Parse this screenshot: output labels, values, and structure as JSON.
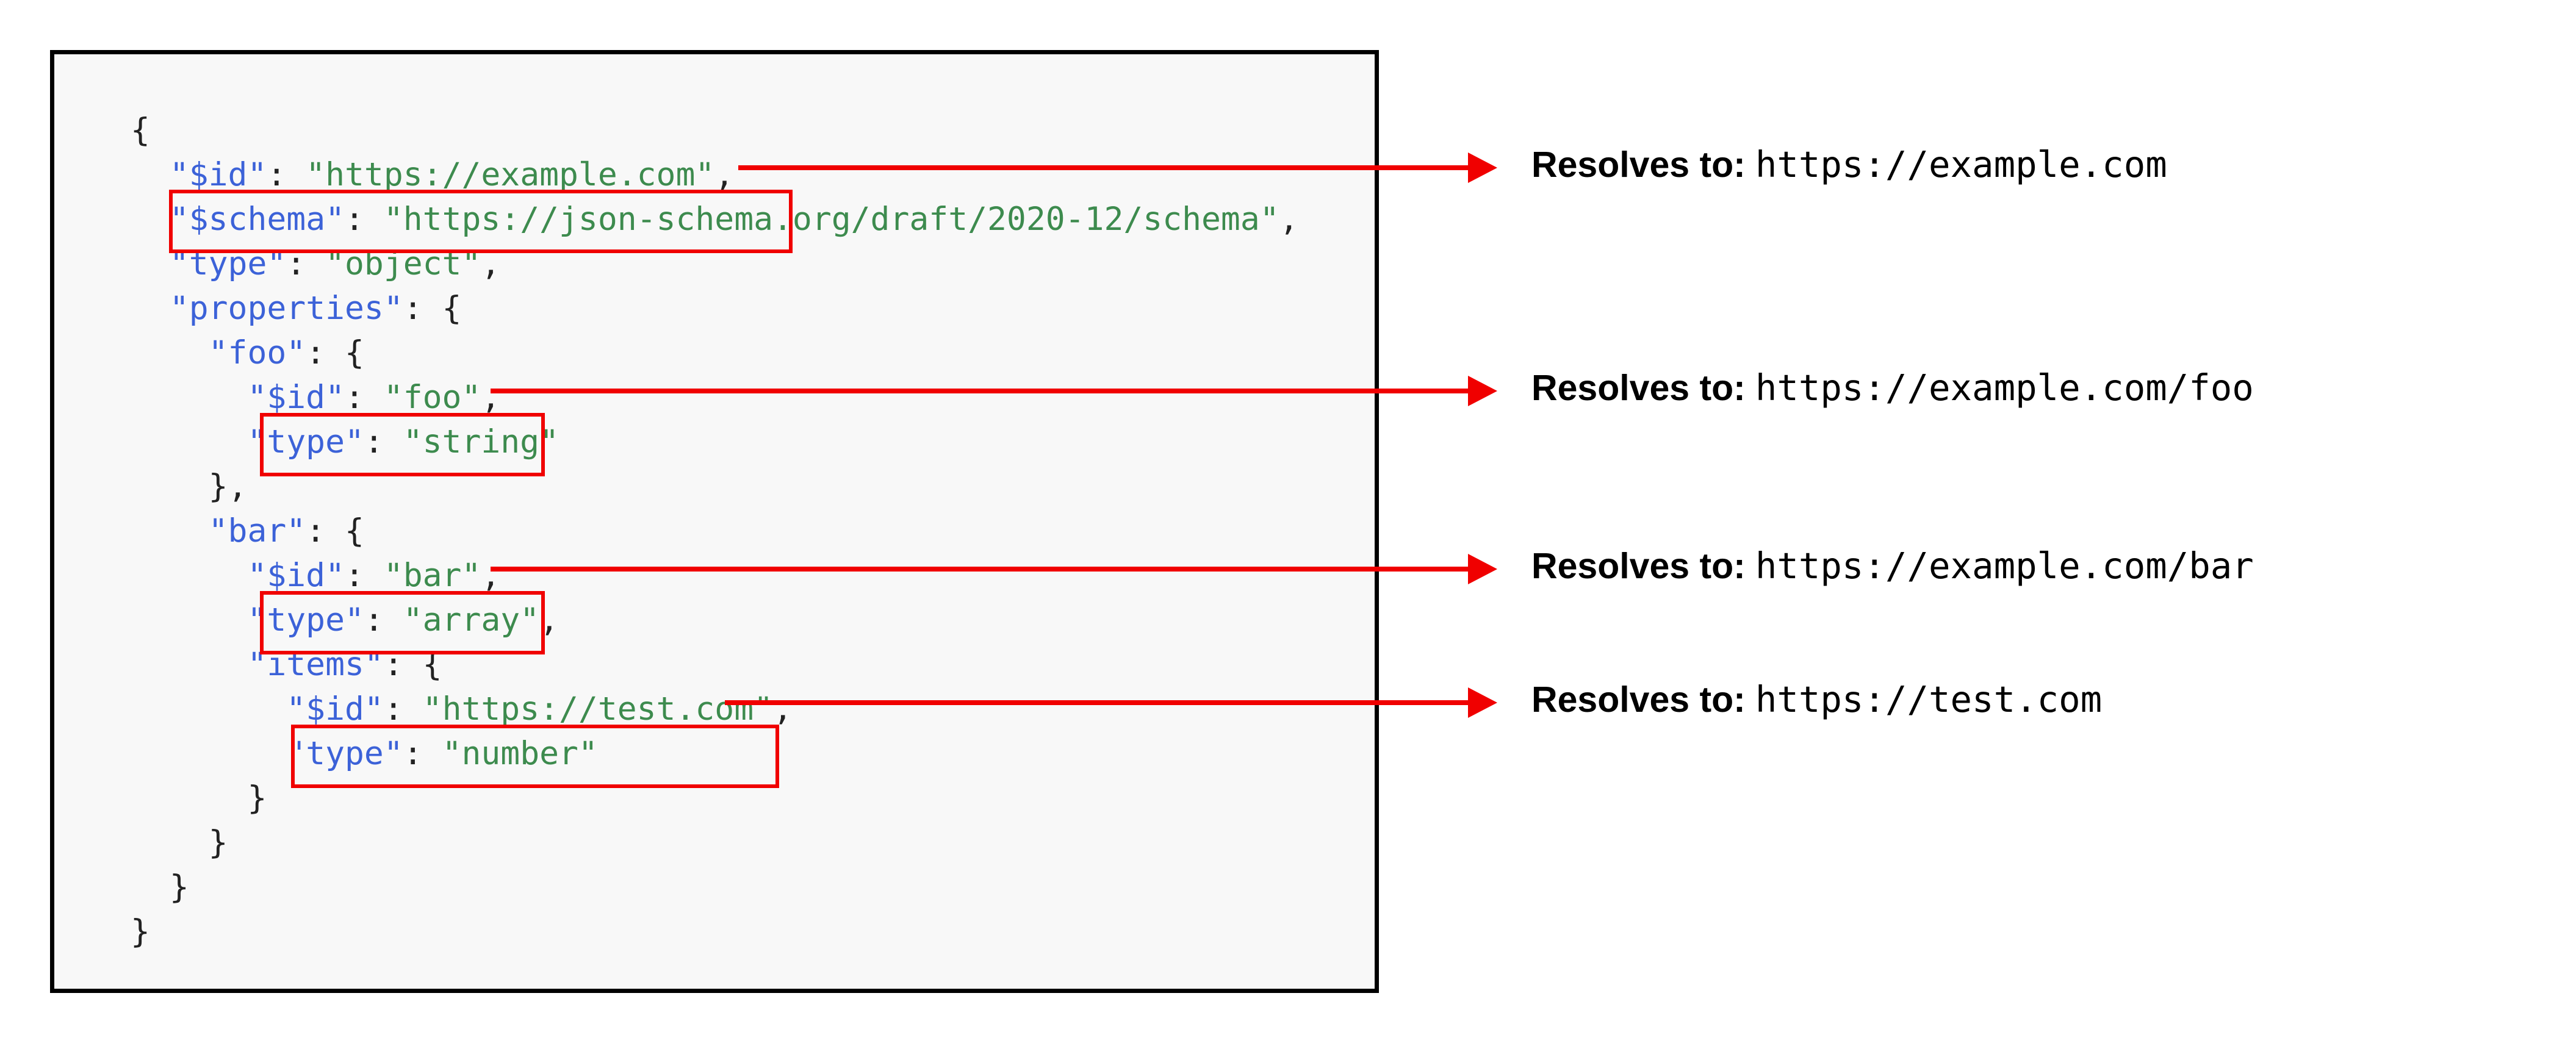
{
  "code_panel": {
    "language": "json",
    "lines": [
      [
        {
          "t": "punct",
          "v": "{"
        }
      ],
      [
        {
          "t": "punct",
          "v": "  "
        },
        {
          "t": "key",
          "v": "\"$id\""
        },
        {
          "t": "punct",
          "v": ": "
        },
        {
          "t": "str",
          "v": "\"https://example.com\""
        },
        {
          "t": "punct",
          "v": ","
        }
      ],
      [
        {
          "t": "punct",
          "v": "  "
        },
        {
          "t": "key",
          "v": "\"$schema\""
        },
        {
          "t": "punct",
          "v": ": "
        },
        {
          "t": "str",
          "v": "\"https://json-schema.org/draft/2020-12/schema\""
        },
        {
          "t": "punct",
          "v": ","
        }
      ],
      [
        {
          "t": "punct",
          "v": "  "
        },
        {
          "t": "key",
          "v": "\"type\""
        },
        {
          "t": "punct",
          "v": ": "
        },
        {
          "t": "str",
          "v": "\"object\""
        },
        {
          "t": "punct",
          "v": ","
        }
      ],
      [
        {
          "t": "punct",
          "v": "  "
        },
        {
          "t": "key",
          "v": "\"properties\""
        },
        {
          "t": "punct",
          "v": ": {"
        }
      ],
      [
        {
          "t": "punct",
          "v": "    "
        },
        {
          "t": "key",
          "v": "\"foo\""
        },
        {
          "t": "punct",
          "v": ": {"
        }
      ],
      [
        {
          "t": "punct",
          "v": "      "
        },
        {
          "t": "key",
          "v": "\"$id\""
        },
        {
          "t": "punct",
          "v": ": "
        },
        {
          "t": "str",
          "v": "\"foo\""
        },
        {
          "t": "punct",
          "v": ","
        }
      ],
      [
        {
          "t": "punct",
          "v": "      "
        },
        {
          "t": "key",
          "v": "\"type\""
        },
        {
          "t": "punct",
          "v": ": "
        },
        {
          "t": "str",
          "v": "\"string\""
        }
      ],
      [
        {
          "t": "punct",
          "v": "    },"
        }
      ],
      [
        {
          "t": "punct",
          "v": "    "
        },
        {
          "t": "key",
          "v": "\"bar\""
        },
        {
          "t": "punct",
          "v": ": {"
        }
      ],
      [
        {
          "t": "punct",
          "v": "      "
        },
        {
          "t": "key",
          "v": "\"$id\""
        },
        {
          "t": "punct",
          "v": ": "
        },
        {
          "t": "str",
          "v": "\"bar\""
        },
        {
          "t": "punct",
          "v": ","
        }
      ],
      [
        {
          "t": "punct",
          "v": "      "
        },
        {
          "t": "key",
          "v": "\"type\""
        },
        {
          "t": "punct",
          "v": ": "
        },
        {
          "t": "str",
          "v": "\"array\""
        },
        {
          "t": "punct",
          "v": ","
        }
      ],
      [
        {
          "t": "punct",
          "v": "      "
        },
        {
          "t": "key",
          "v": "\"items\""
        },
        {
          "t": "punct",
          "v": ": {"
        }
      ],
      [
        {
          "t": "punct",
          "v": "        "
        },
        {
          "t": "key",
          "v": "\"$id\""
        },
        {
          "t": "punct",
          "v": ": "
        },
        {
          "t": "str",
          "v": "\"https://test.com\""
        },
        {
          "t": "punct",
          "v": ","
        }
      ],
      [
        {
          "t": "punct",
          "v": "        "
        },
        {
          "t": "key",
          "v": "\"type\""
        },
        {
          "t": "punct",
          "v": ": "
        },
        {
          "t": "str",
          "v": "\"number\""
        }
      ],
      [
        {
          "t": "punct",
          "v": "      }"
        }
      ],
      [
        {
          "t": "punct",
          "v": "    }"
        }
      ],
      [
        {
          "t": "punct",
          "v": "  }"
        }
      ],
      [
        {
          "t": "punct",
          "v": "}"
        }
      ]
    ]
  },
  "highlights": [
    {
      "id": "hl-box-1",
      "target_line": 1,
      "text": "\"$id\": \"https://example.com\","
    },
    {
      "id": "hl-box-2",
      "target_line": 6,
      "text": "\"$id\": \"foo\","
    },
    {
      "id": "hl-box-3",
      "target_line": 10,
      "text": "\"$id\": \"bar\","
    },
    {
      "id": "hl-box-4",
      "target_line": 13,
      "text": "\"$id\": \"https://test.com\","
    }
  ],
  "annotations": [
    {
      "label": "Resolves to:",
      "value": "https://example.com"
    },
    {
      "label": "Resolves to:",
      "value": "https://example.com/foo"
    },
    {
      "label": "Resolves to:",
      "value": "https://example.com/bar"
    },
    {
      "label": "Resolves to:",
      "value": "https://test.com"
    }
  ],
  "colors": {
    "key": "#3c62d8",
    "string": "#3d8b4e",
    "punctuation": "#222222",
    "highlight": "#f00000",
    "arrow": "#f00000",
    "panel_border": "#000000",
    "panel_background": "#f8f8f8",
    "page_background": "#ffffff",
    "annotation_text": "#000000"
  }
}
